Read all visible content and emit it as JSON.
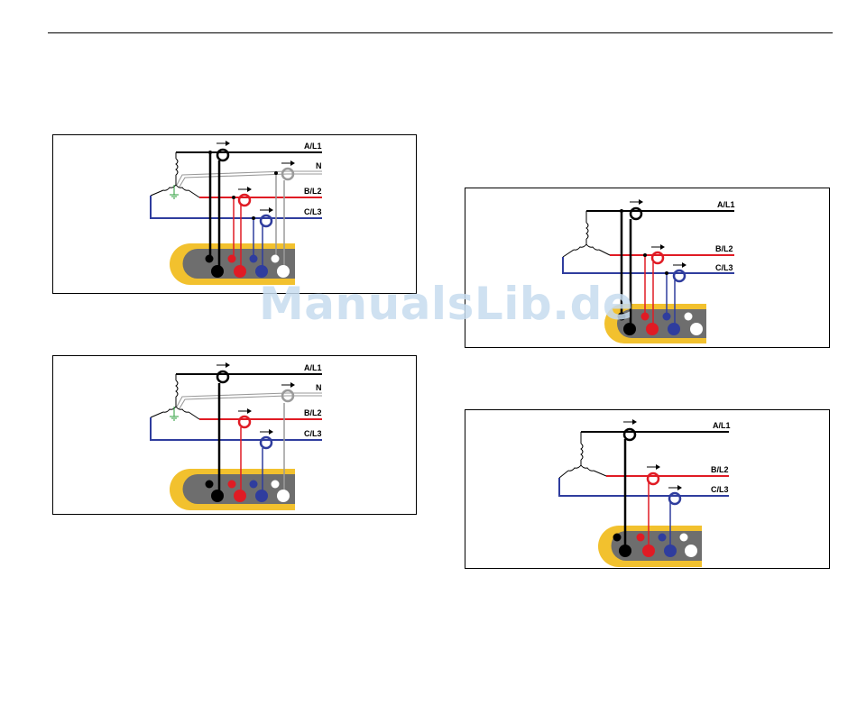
{
  "colors": {
    "phase_a": "#000000",
    "neutral": "#9a9a9a",
    "phase_b": "#e01b24",
    "phase_c": "#2f3d9e",
    "ground": "#2a9d3a",
    "instrument_yellow": "#f2c12e",
    "instrument_gray": "#6e6e6e"
  },
  "watermark": "ManualsLib.de",
  "diagrams": [
    {
      "labels": {
        "a": "A/L1",
        "n": "N",
        "b": "B/L2",
        "c": "C/L3"
      }
    },
    {
      "labels": {
        "a": "A/L1",
        "n": "N",
        "b": "B/L2",
        "c": "C/L3"
      }
    },
    {
      "labels": {
        "a": "A/L1",
        "b": "B/L2",
        "c": "C/L3"
      }
    },
    {
      "labels": {
        "a": "A/L1",
        "b": "B/L2",
        "c": "C/L3"
      }
    }
  ]
}
